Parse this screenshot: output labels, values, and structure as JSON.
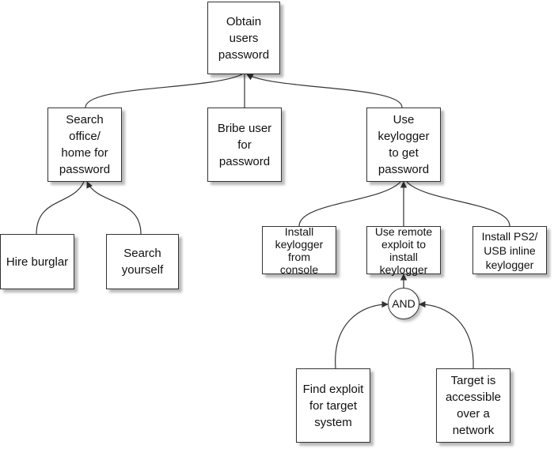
{
  "nodes": {
    "obtain": "Obtain\nusers\npassword",
    "search_office": "Search\noffice/\nhome for\npassword",
    "bribe": "Bribe user\nfor\npassword",
    "use_keylogger": "Use\nkeylogger\nto get\npassword",
    "hire_burglar": "Hire burglar",
    "search_yourself": "Search\nyourself",
    "install_console": "Install\nkeylogger\nfrom\nconsole",
    "remote_exploit": "Use remote\nexploit to\ninstall\nkeylogger",
    "install_ps2": "Install PS2/\nUSB inline\nkeylogger",
    "find_exploit": "Find exploit\nfor target\nsystem",
    "target_accessible": "Target is\naccessible\nover a\nnetwork"
  },
  "gate": {
    "label": "AND"
  },
  "colors": {
    "line": "#333333",
    "box_border": "#333333",
    "text": "#111111"
  }
}
